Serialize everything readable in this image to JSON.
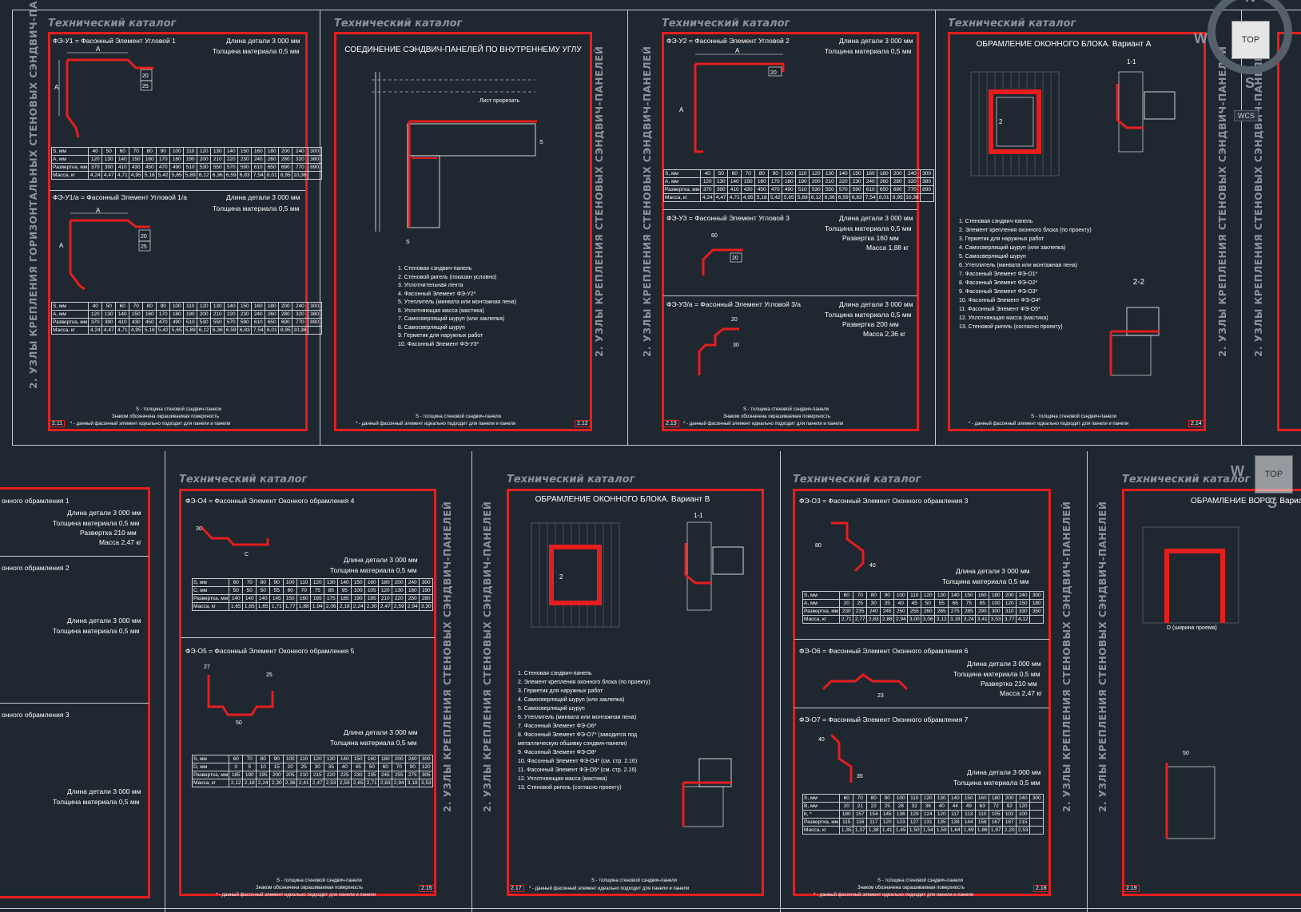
{
  "catalog_header": "Технический каталог",
  "side_text": "2. УЗЛЫ КРЕПЛЕНИЯ СТЕНОВЫХ СЭНДВИЧ-ПАНЕЛЕЙ",
  "side_text_horizontal": "2. УЗЛЫ КРЕПЛЕНИЯ ГОРИЗОНТАЛЬНЫХ СТЕНОВЫХ СЭНДВИЧ-ПАНЕЛЕЙ",
  "footer_s": "S - толщина стеновой сэндвич-панели",
  "footer_sign": "Знаком обозначена окрашиваемая поверхность",
  "footer_star": "* - данный фасонный элемент идеально подходит для панели и панели",
  "viewcube": {
    "top": "TOP",
    "n": "N",
    "w": "W",
    "s": "S",
    "wcs": "WCS"
  },
  "s_row": [
    "S, мм",
    "40",
    "50",
    "60",
    "70",
    "80",
    "90",
    "100",
    "110",
    "120",
    "130",
    "140",
    "150",
    "160",
    "180",
    "200",
    "240",
    "300"
  ],
  "a_row": [
    "А, мм",
    "120",
    "130",
    "140",
    "150",
    "160",
    "170",
    "180",
    "190",
    "200",
    "210",
    "220",
    "230",
    "240",
    "260",
    "280",
    "320",
    "380"
  ],
  "razv_row": [
    "Развертка, мм",
    "370",
    "390",
    "410",
    "430",
    "450",
    "470",
    "490",
    "510",
    "530",
    "550",
    "570",
    "590",
    "610",
    "650",
    "690",
    "770",
    "890"
  ],
  "mass_row": [
    "Масса, кг",
    "4,24",
    "4,47",
    "4,71",
    "4,95",
    "5,18",
    "5,42",
    "5,65",
    "5,89",
    "6,12",
    "6,36",
    "6,59",
    "6,83",
    "7,54",
    "8,01",
    "8,95",
    "10,36",
    ""
  ],
  "sheets": {
    "s211": {
      "page": "2.11",
      "el1_title": "ФЭ-У1 = Фасонный Элемент Угловой 1",
      "el1_len": "Длина детали 3 000 мм",
      "el1_thk": "Толщина материала 0,5 мм",
      "el2_title": "ФЭ-У1/а = Фасонный Элемент Угловой 1/а",
      "el2_len": "Длина детали 3 000 мм",
      "el2_thk": "Толщина материала 0,5 мм"
    },
    "s212": {
      "page": "2.12",
      "title": "СОЕДИНЕНИЕ СЭНДВИЧ-ПАНЕЛЕЙ ПО ВНУТРЕННЕМУ УГЛУ",
      "cut_label": "Лист прорезать",
      "legend": [
        "1. Стеновая сэндвич-панель",
        "2. Стеновой ригель (показан условно)",
        "3. Уплотнительная лента",
        "4. Фасонный Элемент ФЭ-У2*",
        "5. Утеплитель (минвата или монтажная пена)",
        "6. Уплотняющая масса (мастика)",
        "7. Самосверлящий шуруп (или заклепка)",
        "8. Самосверлящий шуруп",
        "9. Герметик для наружных работ",
        "10. Фасонный Элемент ФЭ-У3*"
      ]
    },
    "s213": {
      "page": "2.13",
      "el1_title": "ФЭ-У2 = Фасонный Элемент Угловой 2",
      "el1_len": "Длина детали 3 000 мм",
      "el1_thk": "Толщина материала 0,5 мм",
      "el2_title": "ФЭ-У3 = Фасонный Элемент Угловой 3",
      "el2_len": "Длина детали 3 000 мм",
      "el2_thk": "Толщина материала 0,5 мм",
      "el2_razv": "Развертка 160 мм",
      "el2_mass": "Масса 1,88 кг",
      "el3_title": "ФЭ-У3/а = Фасонный Элемент Угловой 3/а",
      "el3_len": "Длина детали 3 000 мм",
      "el3_thk": "Толщина материала 0,5 мм",
      "el3_razv": "Развертка 200 мм",
      "el3_mass": "Масса 2,36 кг"
    },
    "s214": {
      "page": "2.14",
      "title": "ОБРАМЛЕНИЕ ОКОННОГО БЛОКА. Вариант А",
      "sec11": "1-1",
      "sec22": "2-2",
      "legend": [
        "1. Стеновая сэндвич-панель",
        "2. Элемент крепления оконного блока (по проекту)",
        "3. Герметик для наружных работ",
        "4. Самосверлящий шуруп (или заклепка)",
        "5. Самосверлящий шуруп",
        "6. Утеплитель (минвата или монтажная пена)",
        "7. Фасонный Элемент ФЭ-О1*",
        "8. Фасонный Элемент ФЭ-О2*",
        "9. Фасонный Элемент ФЭ-О3*",
        "10. Фасонный Элемент ФЭ-О4*",
        "11. Фасонный Элемент ФЭ-О5*",
        "12. Уплотняющая масса (мастика)",
        "13. Стеновой ригель (согласно проекту)"
      ]
    },
    "s215": {
      "page": "2.15",
      "el1_title": "ФЭ-О4 = Фасонный Элемент Оконного обрамления 4",
      "el1_len": "Длина детали 3 000 мм",
      "el1_thk": "Толщина материала 0,5 мм",
      "el2_title": "ФЭ-О5 = Фасонный Элемент Оконного обрамления 5",
      "el2_len": "Длина детали 3 000 мм",
      "el2_thk": "Толщина материала 0,5 мм"
    },
    "s217": {
      "page": "2.17",
      "title": "ОБРАМЛЕНИЕ ОКОННОГО БЛОКА. Вариант В",
      "legend": [
        "1. Стеновая сэндвич-панель",
        "2. Элемент крепления оконного блока (по проекту)",
        "3. Герметик для наружных работ",
        "4. Самосверлящий шуруп (или заклепка)",
        "5. Самосверлящий шуруп",
        "6. Утеплитель (минвата или монтажная пена)",
        "7. Фасонный Элемент ФЭ-О6*",
        "8. Фасонный Элемент ФЭ-О7* (заводится под металлическую обшивку сэндвич-панели)",
        "9. Фасонный Элемент ФЭ-О8*",
        "10. Фасонный Элемент ФЭ-О4* (см. стр. 2.16)",
        "11. Фасонный Элемент ФЭ-О5* (см. стр. 2.16)",
        "12. Уплотняющая масса (мастика)",
        "13. Стеновой ригель (согласно проекту)"
      ]
    },
    "s218": {
      "page": "2.18",
      "el1_title": "ФЭ-О3 = Фасонный Элемент Оконного обрамления 3",
      "el1_len": "Длина детали 3 000 мм",
      "el1_thk": "Толщина материала 0,5 мм",
      "el2_title": "ФЭ-О6 = Фасонный Элемент Оконного обрамления 6",
      "el2_len": "Длина детали 3 000 мм",
      "el2_thk": "Толщина материала 0,5 мм",
      "el2_razv": "Развертка 210 мм",
      "el2_mass": "Масса 2,47 кг",
      "el3_title": "ФЭ-О7 = Фасонный Элемент Оконного обрамления 7",
      "el3_len": "Длина детали 3 000 мм",
      "el3_thk": "Толщина материала 0,5 мм"
    },
    "s219": {
      "page": "2.19",
      "title": "ОБРАМЛЕНИЕ ВОРОТ. Вариант"
    },
    "left_partial": {
      "t1": "онного обрамления 1",
      "len1": "Длина детали 3 000 мм",
      "thk1": "Толщина материала 0,5 мм",
      "razv1": "Развертка 210 мм",
      "mass1": "Масса 2,47 кг",
      "t2": "онного обрамления 2",
      "len2": "Длина детали 3 000 мм",
      "thk2": "Толщина материала 0,5 мм",
      "t3": "онного обрамления 3",
      "len3": "Длина детали 3 000 мм",
      "thk3": "Толщина материала 0,5 мм"
    }
  }
}
